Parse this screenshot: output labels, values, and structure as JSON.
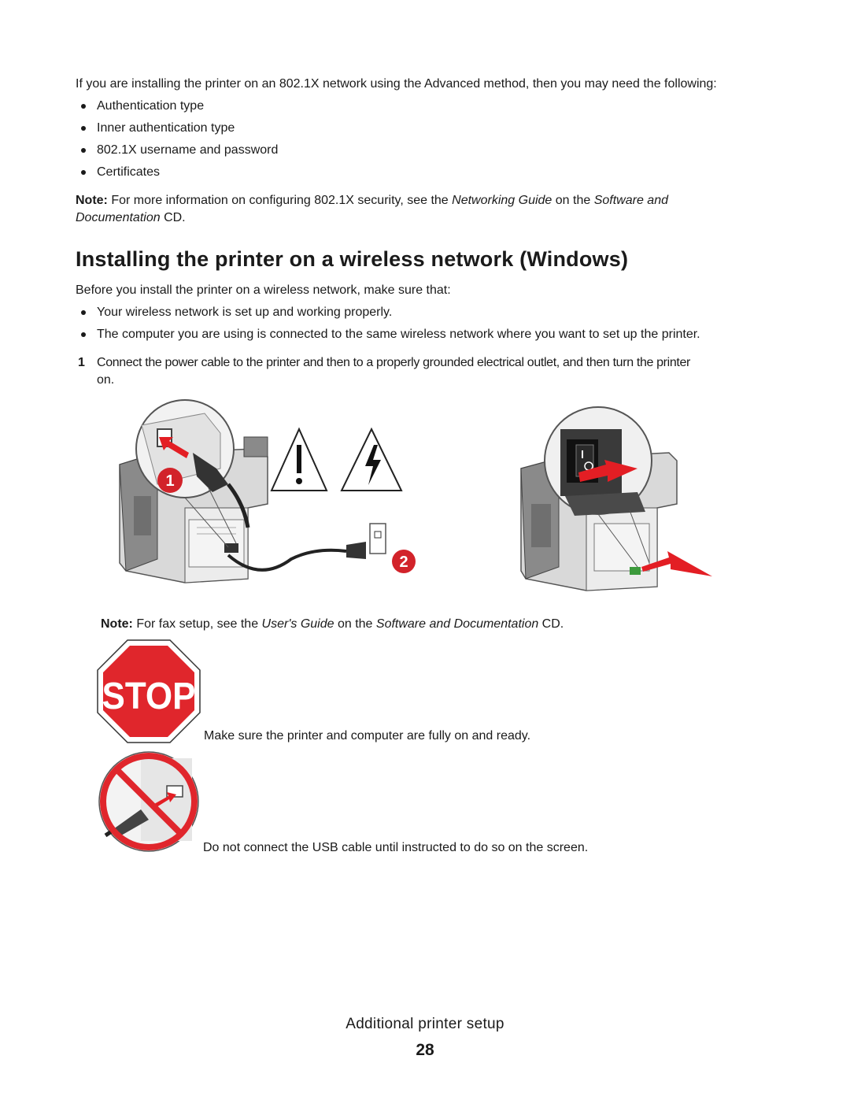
{
  "intro": {
    "text": "If you are installing the printer on an 802.1X network using the Advanced method, then you may need the following:",
    "bullets": [
      "Authentication type",
      "Inner authentication type",
      "802.1X username and password",
      "Certificates"
    ]
  },
  "note1": {
    "label": "Note:",
    "text_a": " For more information on configuring 802.1X security, see the ",
    "guide": "Networking Guide",
    "text_b": " on the ",
    "cd_a": "Software and",
    "cd_b": "Documentation",
    "text_c": " CD."
  },
  "section": {
    "heading": "Installing the printer on a wireless network (Windows)",
    "lead": "Before you install the printer on a wireless network, make sure that:",
    "bullets": [
      "Your wireless network is set up and working properly.",
      "The computer you are using is connected to the same wireless network where you want to set up the printer."
    ],
    "step1": {
      "number": "1",
      "text_a": "Connect the power cable to the printer and then to a properly grounded electrical outlet, and then turn the printer",
      "text_b": "on."
    }
  },
  "figure": {
    "callout_1": "1",
    "callout_2": "2"
  },
  "note2": {
    "label": "Note:",
    "text_a": " For fax setup, see the ",
    "guide": "User's Guide",
    "text_b": " on the ",
    "cd": "Software and Documentation",
    "text_c": " CD."
  },
  "stop": {
    "sign_text": "STOP",
    "ready_text": "Make sure the printer and computer are fully on and ready.",
    "usb_text": "Do not connect the USB cable until instructed to do so on the screen."
  },
  "footer": {
    "section": "Additional printer setup",
    "page": "28"
  },
  "colors": {
    "callout_red": "#d2232a",
    "stop_red": "#e0262c",
    "arrow_red": "#e31e24"
  }
}
